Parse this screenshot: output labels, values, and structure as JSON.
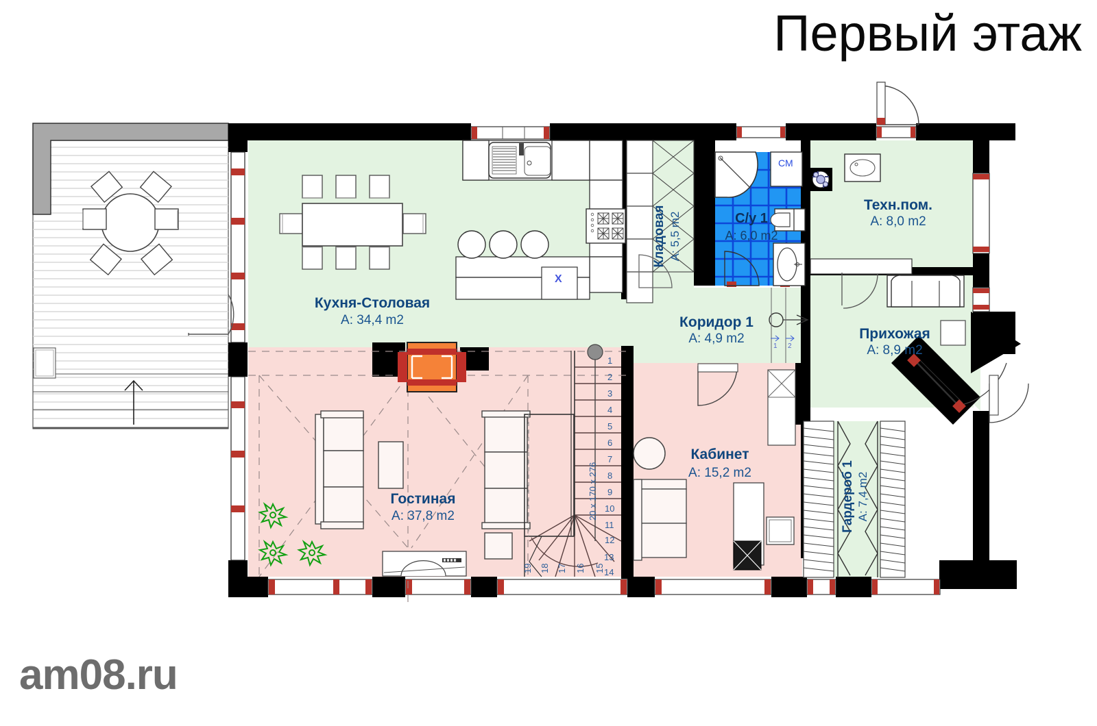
{
  "page": {
    "title": "Первый этаж",
    "watermark": "am08.ru"
  },
  "rooms": [
    {
      "id": "kitchen_dining",
      "name": "Кухня-Столовая",
      "area": "A: 34,4 m2",
      "fill": "#e3f3e1",
      "orientation": "horizontal"
    },
    {
      "id": "living",
      "name": "Гостиная",
      "area": "A: 37,8 m2",
      "fill": "#fadcd8",
      "orientation": "horizontal"
    },
    {
      "id": "pantry",
      "name": "Кладовая",
      "area": "A: 5,5 m2",
      "fill": "#e3f3e1",
      "orientation": "vertical"
    },
    {
      "id": "bathroom",
      "name": "С/у 1",
      "area": "A: 6,0 m2",
      "fill": "#2196f3",
      "orientation": "horizontal"
    },
    {
      "id": "corridor",
      "name": "Коридор 1",
      "area": "A: 4,9 m2",
      "fill": "#e3f3e1",
      "orientation": "horizontal"
    },
    {
      "id": "tech_room",
      "name": "Техн.пом.",
      "area": "A: 8,0 m2",
      "fill": "#e3f3e1",
      "orientation": "horizontal"
    },
    {
      "id": "entry_hall",
      "name": "Прихожая",
      "area": "A: 8,9 m2",
      "fill": "#e3f3e1",
      "orientation": "horizontal"
    },
    {
      "id": "study",
      "name": "Кабинет",
      "area": "A: 15,2 m2",
      "fill": "#fadcd8",
      "orientation": "horizontal"
    },
    {
      "id": "wardrobe",
      "name": "Гардероб 1",
      "area": "A: 7,4 m2",
      "fill": "#e3f3e1",
      "orientation": "vertical"
    }
  ],
  "stairs": {
    "spec": "20 x 170 x 276",
    "step_numbers": [
      "1",
      "2",
      "3",
      "4",
      "5",
      "6",
      "7",
      "8",
      "9",
      "10",
      "11",
      "12",
      "13",
      "14",
      "15",
      "16",
      "17",
      "18",
      "19"
    ]
  },
  "annotations": {
    "washing_machine": "СМ",
    "dishwasher": "X",
    "door_mark_1": "1",
    "door_mark_2": "2"
  },
  "colors": {
    "wall": "#000000",
    "green_room": "#e3f3e1",
    "pink_room": "#fadcd8",
    "bath_blue": "#2196f3",
    "bath_grid": "#0d47d9",
    "fireplace_orange": "#f58238",
    "fireplace_red": "#c0302a",
    "label_blue": "#10467e",
    "plant_green": "#12a012",
    "window_red": "#c0392b",
    "terrace_gray": "#a8a8a8",
    "watermark_gray": "#6d6d6d"
  }
}
